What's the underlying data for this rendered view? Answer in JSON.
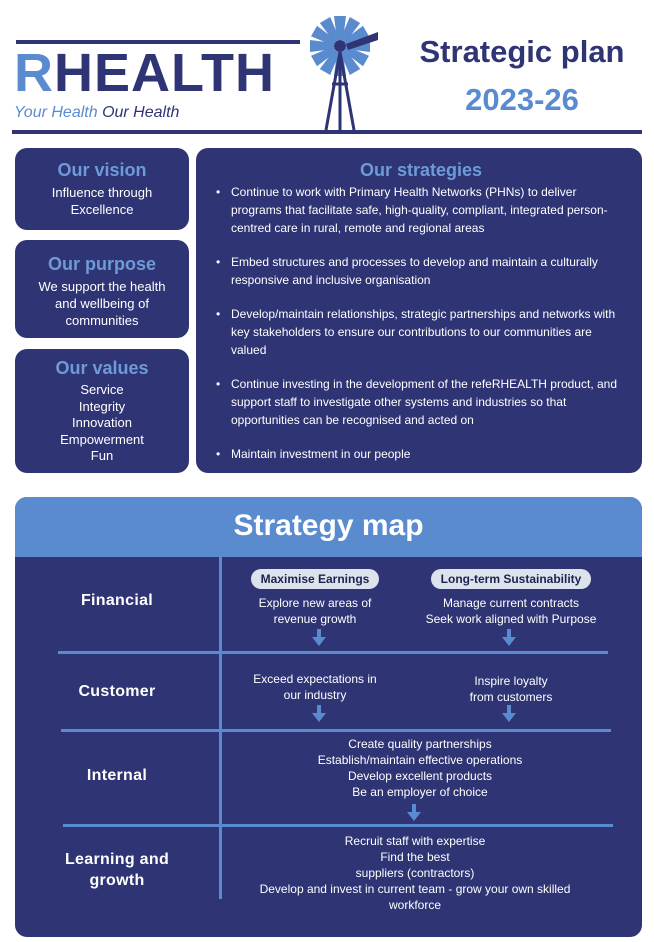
{
  "header": {
    "logo_r": "R",
    "logo_rest": "HEALTH",
    "tagline_1": "Your Health",
    "tagline_2": "Our Health",
    "title": "Strategic plan",
    "years": "2023-26"
  },
  "vision": {
    "title": "Our vision",
    "lines": [
      "Influence through",
      "Excellence"
    ]
  },
  "purpose": {
    "title": "Our purpose",
    "lines": [
      "We support the health",
      "and wellbeing of",
      "communities"
    ]
  },
  "values": {
    "title": "Our values",
    "items": [
      "Service",
      "Integrity",
      "Innovation",
      "Empowerment",
      "Fun"
    ]
  },
  "strategies": {
    "title": "Our strategies",
    "items": [
      "Continue to work with Primary Health Networks (PHNs) to deliver programs that facilitate safe, high-quality, compliant, integrated person-centred care in rural, remote and regional areas",
      "Embed structures and processes to develop and maintain a culturally responsive and inclusive organisation",
      "Develop/maintain relationships, strategic partnerships and networks with key stakeholders to ensure our contributions to our communities are valued",
      "Continue investing in the development of the refeRHEALTH product, and support staff to investigate other systems and industries so that opportunities can be recognised and acted on",
      "Maintain investment in our people"
    ]
  },
  "strategy_map": {
    "title": "Strategy map",
    "financial": {
      "label": "Financial",
      "left_pill": "Maximise Earnings",
      "left_text": [
        "Explore new areas of",
        "revenue growth"
      ],
      "right_pill": "Long-term Sustainability",
      "right_text": [
        "Manage current contracts",
        "Seek work aligned with Purpose"
      ]
    },
    "customer": {
      "label": "Customer",
      "left_text": [
        "Exceed expectations in",
        "our industry"
      ],
      "right_text": [
        "Inspire loyalty",
        "from customers"
      ]
    },
    "internal": {
      "label": "Internal",
      "text": [
        "Create quality partnerships",
        "Establish/maintain effective operations",
        "Develop excellent products",
        "Be an employer of choice"
      ]
    },
    "learning": {
      "label_1": "Learning and",
      "label_2": "growth",
      "text": [
        "Recruit staff with expertise",
        "Find the best",
        "suppliers (contractors)",
        "Develop and invest in current team - grow your own skilled",
        "workforce"
      ]
    }
  },
  "colors": {
    "navy": "#2e3474",
    "light_blue": "#5b8bcf",
    "heading_blue": "#6f9ad8"
  }
}
